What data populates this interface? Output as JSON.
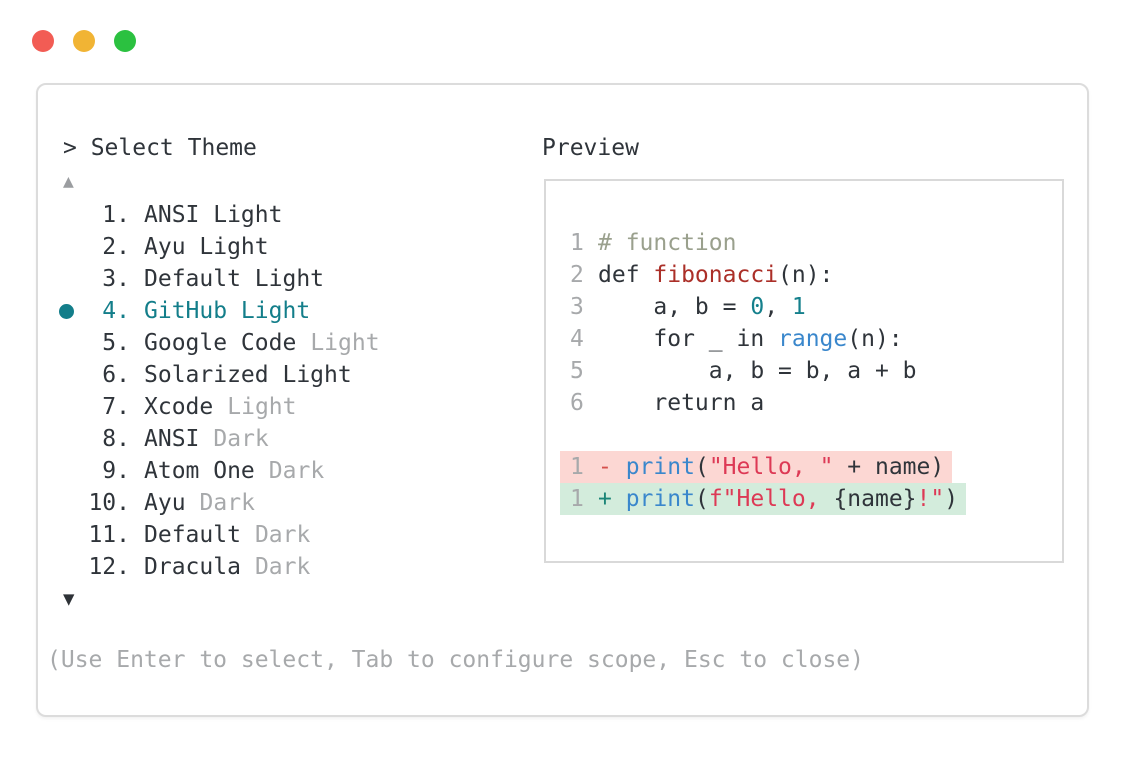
{
  "colors": {
    "text": "#2f343a",
    "muted": "#a7a9ab",
    "accent_selected": "#137e8a",
    "comment": "#9aa08d",
    "function_name": "#ab2f28",
    "number_literal": "#15808c",
    "builtin": "#3a87cc",
    "string": "#dd3955",
    "removed_sign": "#d5504c",
    "added_sign": "#1b8577",
    "removed_bg": "#fcd7d3",
    "added_bg": "#d3ecdc",
    "window_border": "#dcdcdc",
    "traffic_red": "#f25c54",
    "traffic_yellow": "#f1b434",
    "traffic_green": "#2bc140"
  },
  "theme_picker": {
    "title": "> Select Theme",
    "scroll_up_icon": "▲",
    "scroll_down_icon": "▼",
    "items": [
      {
        "number": "1.",
        "name": "ANSI Light",
        "muted_suffix": "",
        "selected": false
      },
      {
        "number": "2.",
        "name": "Ayu Light",
        "muted_suffix": "",
        "selected": false
      },
      {
        "number": "3.",
        "name": "Default Light",
        "muted_suffix": "",
        "selected": false
      },
      {
        "number": "4.",
        "name": "GitHub Light",
        "muted_suffix": "",
        "selected": true
      },
      {
        "number": "5.",
        "name": "Google Code",
        "muted_suffix": "Light",
        "selected": false
      },
      {
        "number": "6.",
        "name": "Solarized Light",
        "muted_suffix": "",
        "selected": false
      },
      {
        "number": "7.",
        "name": "Xcode",
        "muted_suffix": "Light",
        "selected": false
      },
      {
        "number": "8.",
        "name": "ANSI",
        "muted_suffix": "Dark",
        "selected": false
      },
      {
        "number": "9.",
        "name": "Atom One",
        "muted_suffix": "Dark",
        "selected": false
      },
      {
        "number": "10.",
        "name": "Ayu",
        "muted_suffix": "Dark",
        "selected": false
      },
      {
        "number": "11.",
        "name": "Default",
        "muted_suffix": "Dark",
        "selected": false
      },
      {
        "number": "12.",
        "name": "Dracula",
        "muted_suffix": "Dark",
        "selected": false
      }
    ],
    "footer_hint": "(Use Enter to select, Tab to configure scope, Esc to close)"
  },
  "preview": {
    "title": "Preview",
    "code_lines": [
      {
        "num": "1",
        "tokens": [
          {
            "t": "# function",
            "c": "comment"
          }
        ]
      },
      {
        "num": "2",
        "tokens": [
          {
            "t": "def ",
            "c": "text"
          },
          {
            "t": "fibonacci",
            "c": "func"
          },
          {
            "t": "(n):",
            "c": "text"
          }
        ]
      },
      {
        "num": "3",
        "tokens": [
          {
            "t": "    a, b = ",
            "c": "text"
          },
          {
            "t": "0",
            "c": "num"
          },
          {
            "t": ", ",
            "c": "text"
          },
          {
            "t": "1",
            "c": "num"
          }
        ]
      },
      {
        "num": "4",
        "tokens": [
          {
            "t": "    for _ in ",
            "c": "text"
          },
          {
            "t": "range",
            "c": "builtin"
          },
          {
            "t": "(n):",
            "c": "text"
          }
        ]
      },
      {
        "num": "5",
        "tokens": [
          {
            "t": "        a, b = b, a + b",
            "c": "text"
          }
        ]
      },
      {
        "num": "6",
        "tokens": [
          {
            "t": "    return a",
            "c": "text"
          }
        ]
      }
    ],
    "diff_lines": [
      {
        "num": "1",
        "kind": "removed",
        "tokens": [
          {
            "t": "- ",
            "c": "del"
          },
          {
            "t": "print",
            "c": "builtin"
          },
          {
            "t": "(",
            "c": "text"
          },
          {
            "t": "\"Hello, \"",
            "c": "string"
          },
          {
            "t": " + name)",
            "c": "text"
          }
        ]
      },
      {
        "num": "1",
        "kind": "added",
        "tokens": [
          {
            "t": "+ ",
            "c": "ins"
          },
          {
            "t": "print",
            "c": "builtin"
          },
          {
            "t": "(",
            "c": "text"
          },
          {
            "t": "f\"Hello, ",
            "c": "string"
          },
          {
            "t": "{name}",
            "c": "text"
          },
          {
            "t": "!\"",
            "c": "string"
          },
          {
            "t": ")",
            "c": "text"
          }
        ]
      }
    ]
  }
}
